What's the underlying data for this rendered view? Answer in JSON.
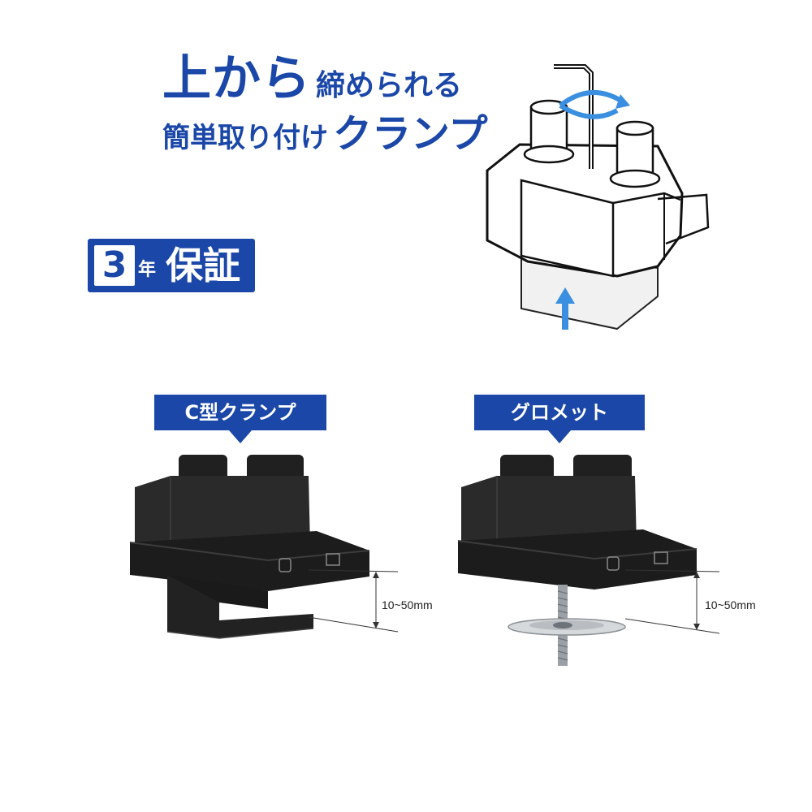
{
  "headline": {
    "line1_big": "上から",
    "line1_small": "締められる",
    "line2_small": "簡単取り付け",
    "line2_big": "クランプ"
  },
  "warranty": {
    "number": "3",
    "year": "年",
    "label": "保証"
  },
  "options": [
    {
      "title": "C型クランプ",
      "range": "10~50mm"
    },
    {
      "title": "グロメット",
      "range": "10~50mm"
    }
  ],
  "colors": {
    "brand_blue": "#1a47a8",
    "arrow_blue": "#3a8fe0",
    "product_black": "#1c1c1c"
  }
}
